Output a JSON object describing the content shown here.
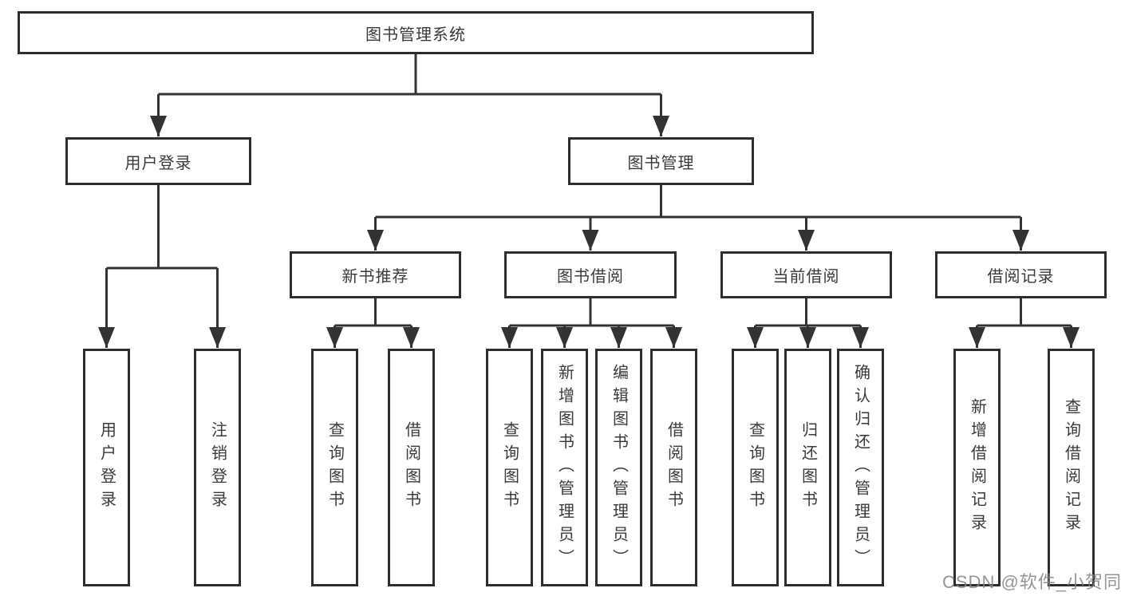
{
  "colors": {
    "connector_line": "#333333",
    "box_border": "#2e2e2e",
    "box_text": "#3a3a3a",
    "background": "#ffffff",
    "watermark_text": "#828282"
  },
  "nodes": {
    "root": "图书管理系统",
    "user_login": "用户登录",
    "book_mgmt": "图书管理",
    "new_book_rec": "新书推荐",
    "book_borrow": "图书借阅",
    "current_borrow": "当前借阅",
    "borrow_record": "借阅记录"
  },
  "leaves": {
    "user_login": [
      "用户登录",
      "注销登录"
    ],
    "new_book_rec": [
      "查询图书",
      "借阅图书"
    ],
    "book_borrow": [
      "查询图书",
      "新增图书（管理员）",
      "编辑图书（管理员）",
      "借阅图书"
    ],
    "current_borrow": [
      "查询图书",
      "归还图书",
      "确认归还（管理员）"
    ],
    "borrow_record": [
      "新增借阅记录",
      "查询借阅记录"
    ]
  },
  "watermark": "CSDN @软件_小贺同学"
}
